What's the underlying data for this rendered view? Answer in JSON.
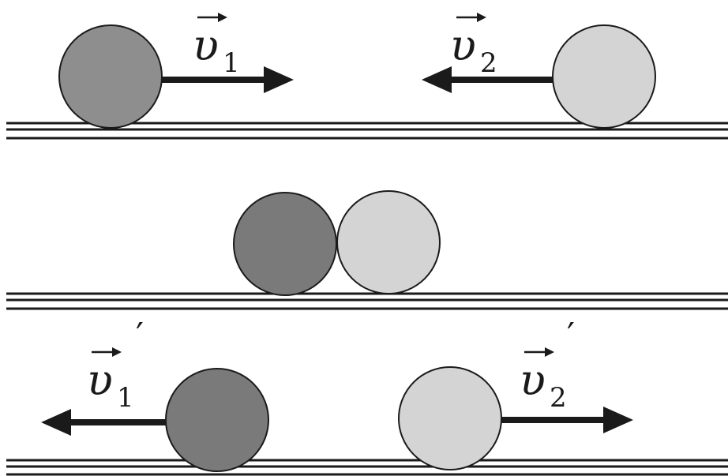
{
  "panels": [
    {
      "id": "before-collision",
      "labels": [
        {
          "id": "v1",
          "symbol": "υ",
          "subscript": "1",
          "prime": ""
        },
        {
          "id": "v2",
          "symbol": "υ",
          "subscript": "2",
          "prime": ""
        }
      ]
    },
    {
      "id": "during-collision",
      "labels": []
    },
    {
      "id": "after-collision",
      "labels": [
        {
          "id": "v1p",
          "symbol": "υ",
          "subscript": "1",
          "prime": "′"
        },
        {
          "id": "v2p",
          "symbol": "υ",
          "subscript": "2",
          "prime": "′"
        }
      ]
    }
  ],
  "colors": {
    "ball_left": "#8e8e8e",
    "ball_left_dark": "#7a7a7a",
    "ball_right": "#d4d4d4",
    "ink": "#1a1a1a"
  }
}
